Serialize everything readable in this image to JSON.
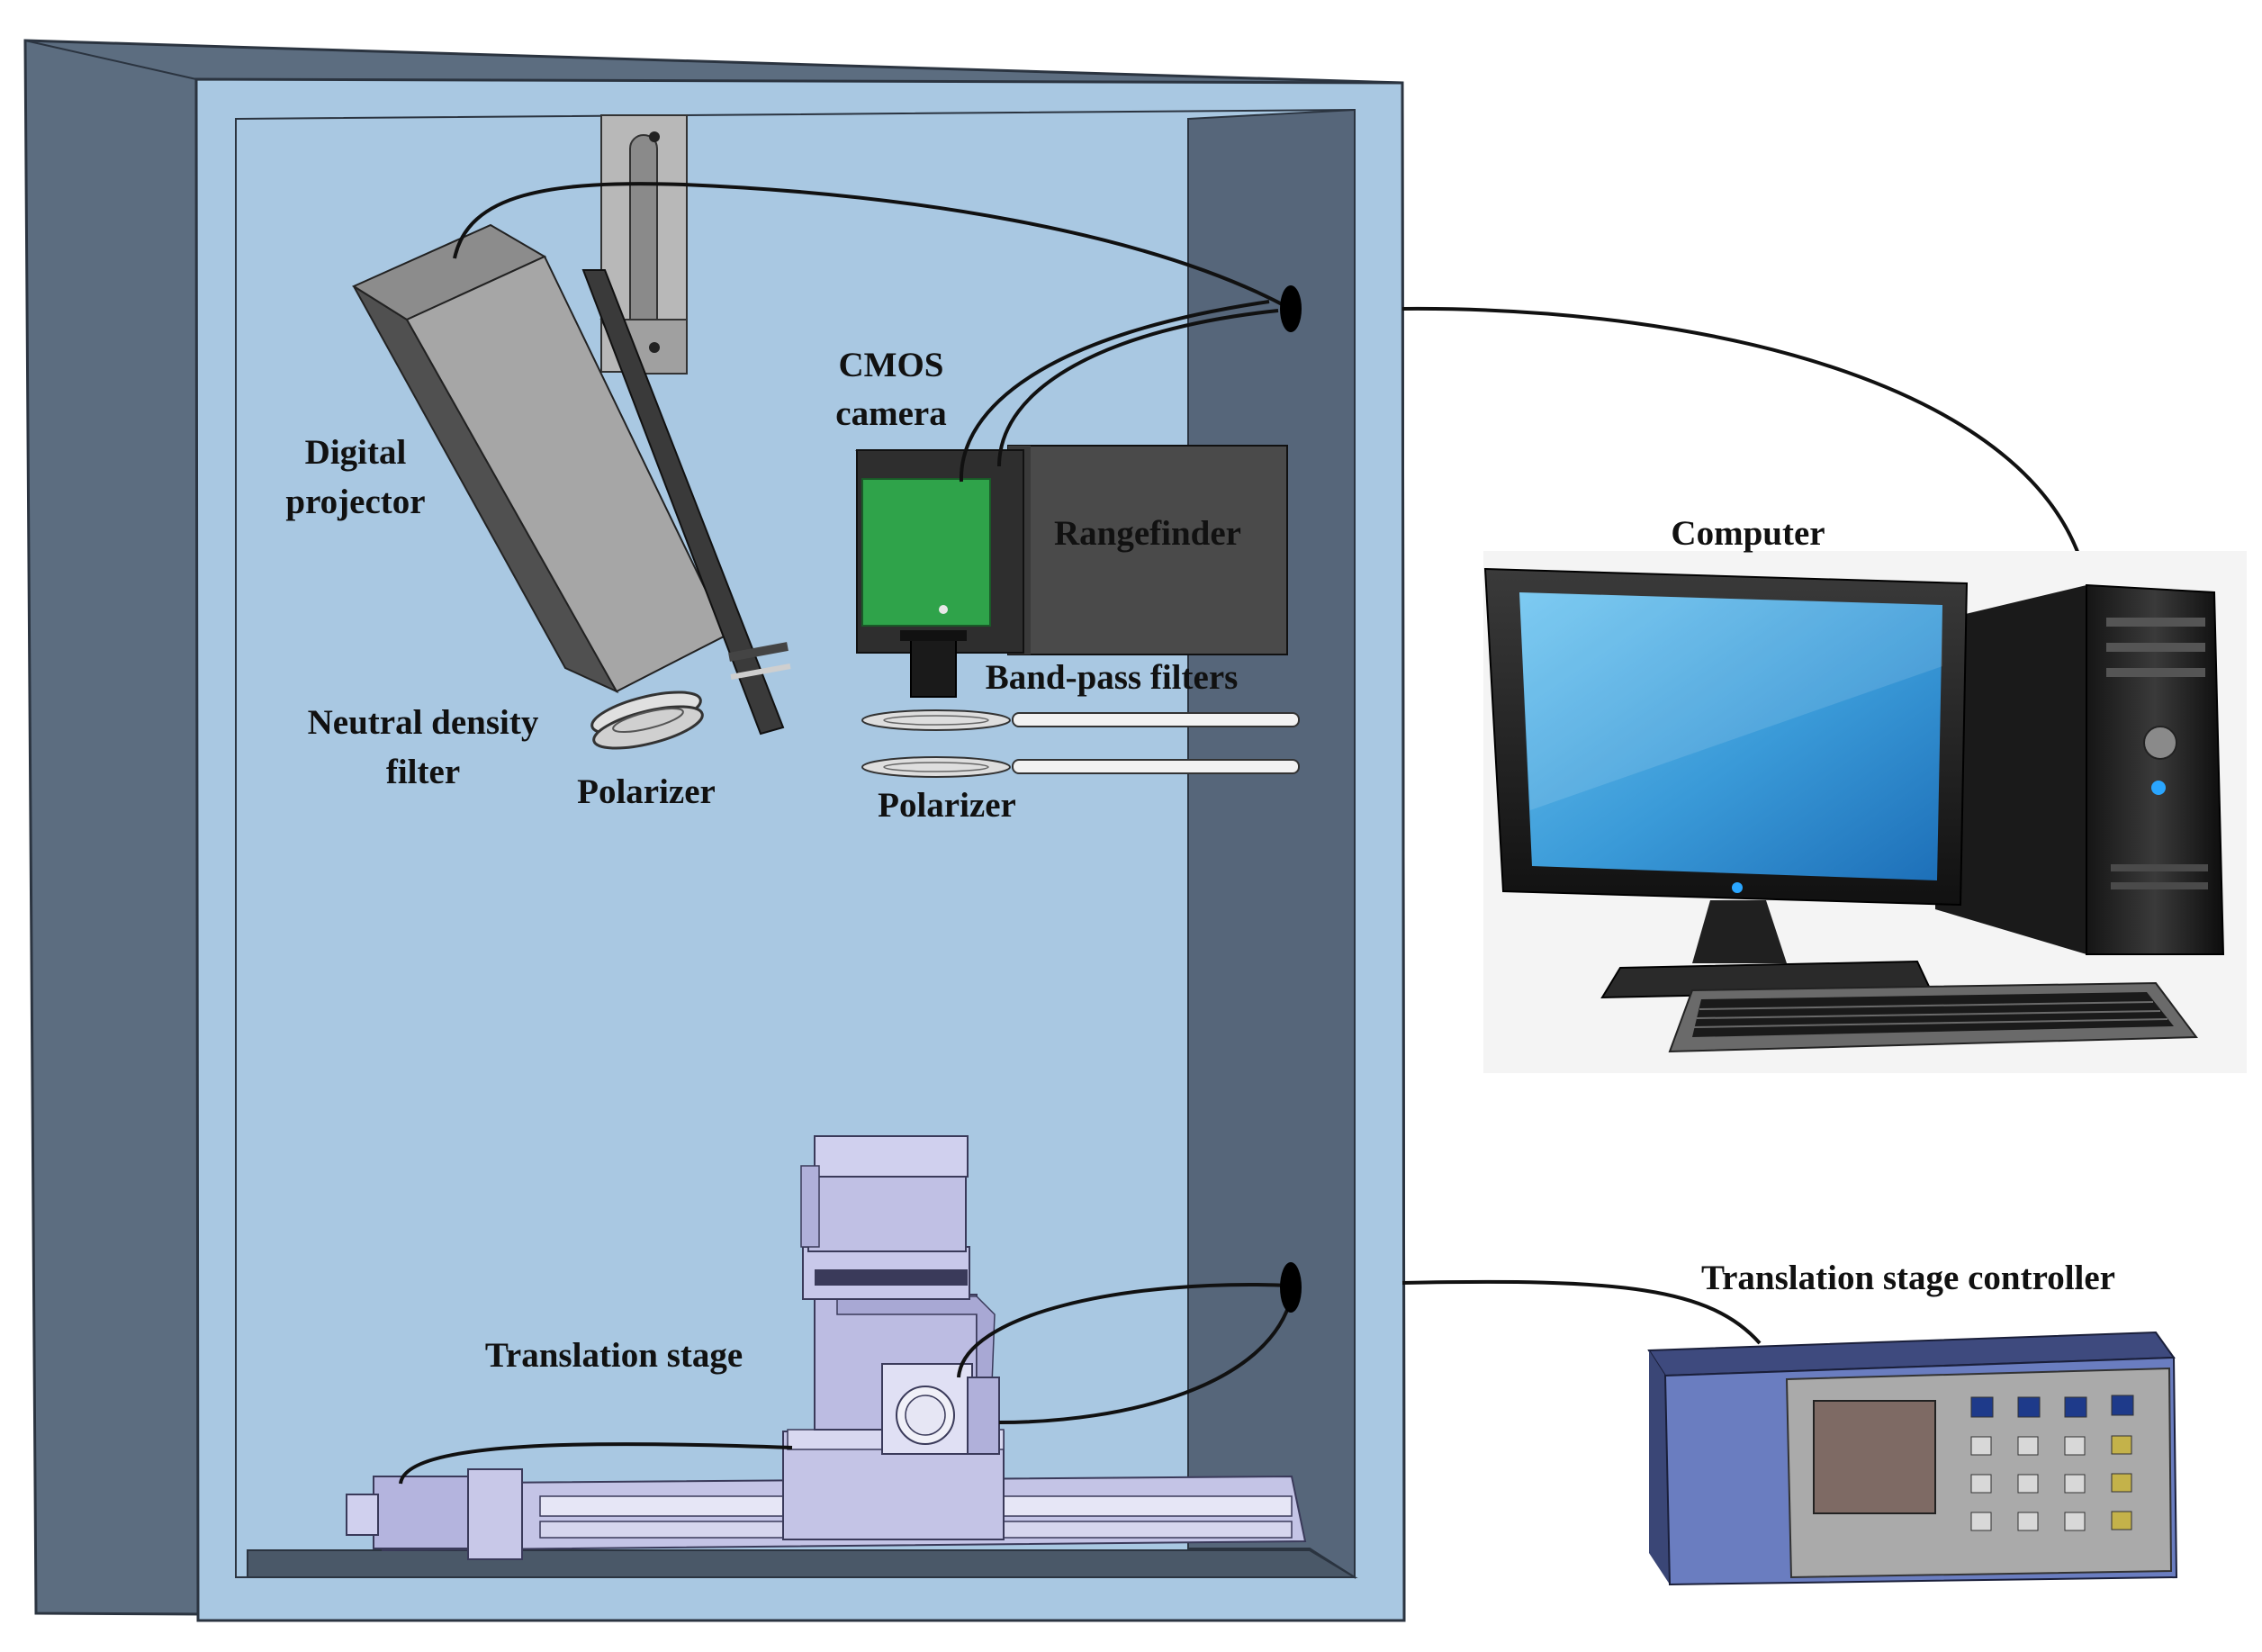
{
  "labels": {
    "digital_projector_1": "Digital",
    "digital_projector_2": "projector",
    "neutral_density_1": "Neutral density",
    "neutral_density_2": "filter",
    "polarizer_projector": "Polarizer",
    "cmos_1": "CMOS",
    "cmos_2": "camera",
    "rangefinder": "Rangefinder",
    "band_pass": "Band-pass filters",
    "polarizer_camera": "Polarizer",
    "computer": "Computer",
    "translation_stage": "Translation stage",
    "stage_controller": "Translation stage controller"
  },
  "colors": {
    "enclosure_outer": "#5c6d80",
    "enclosure_inner": "#a9c8e2",
    "enclosure_side": "#56667a",
    "camera_body": "#2fa34a",
    "rangefinder_body": "#4a4a4a",
    "rangefinder_window": "#3e78b8",
    "projector_body": "#a6a6a6",
    "stage_body": "#c4c4e6",
    "controller_front": "#6a7dc0",
    "controller_screen": "#7e6a64",
    "monitor_screen": "#4aa6e0",
    "key_blue": "#1e3a8a",
    "key_yellow": "#c4b24a",
    "key_gray": "#d8d8d8"
  }
}
